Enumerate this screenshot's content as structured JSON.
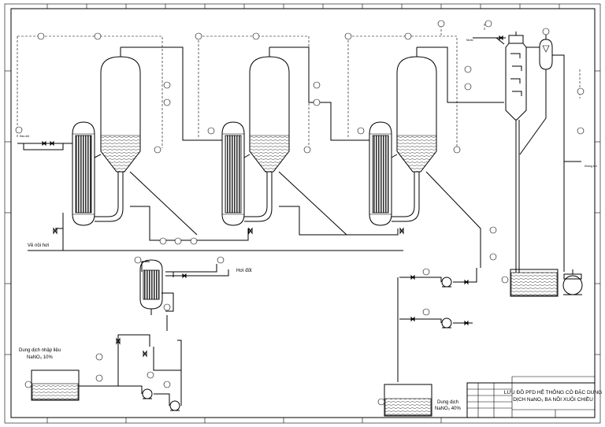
{
  "labels": {
    "dau_doi": "Đầu dối",
    "ve_noi_hoi": "Về nồi hơi",
    "hoi_dot": "Hơi đốt",
    "nuoc": "Nước",
    "khong_khi": "Không khí",
    "dung_dich_nhap_lieu_1": "Dung dịch nhập liệu",
    "dung_dich_nhap_lieu_2": "NaNO₃ 10%",
    "dung_dich_sp_1": "Dung dịch",
    "dung_dich_sp_2": "NaNO₃ 40%"
  },
  "title_block": {
    "title_line1": "LƯU ĐỒ PFD HỆ THỐNG CÔ ĐẶC DUNG",
    "title_line2": "DỊCH NaNO₃ BA NỒI XUÔI CHIỀU"
  },
  "colors": {
    "line": "#000000",
    "background": "#ffffff"
  }
}
